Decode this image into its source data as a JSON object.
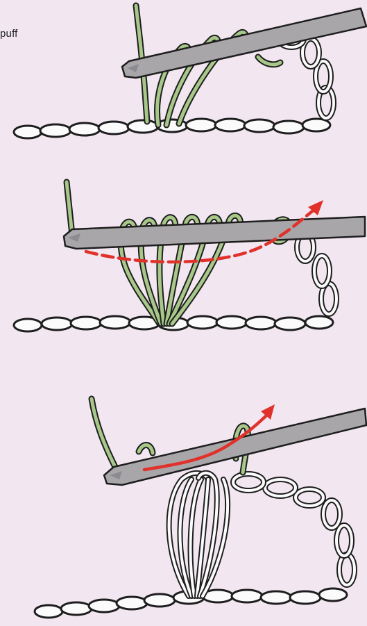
{
  "caption": "puff",
  "colors": {
    "background": "#f2e6f1",
    "yarn_working": "#a8c88a",
    "yarn_finished": "#fbfbfb",
    "hook": "#a9a6aa",
    "arrow": "#e0322a"
  },
  "steps": [
    {
      "name": "step-1",
      "description_icon": "yarn-over-loops-on-hook"
    },
    {
      "name": "step-2",
      "description_icon": "draw-through-all-loops-arrow"
    },
    {
      "name": "step-3",
      "description_icon": "closing-loop-arrow"
    }
  ]
}
